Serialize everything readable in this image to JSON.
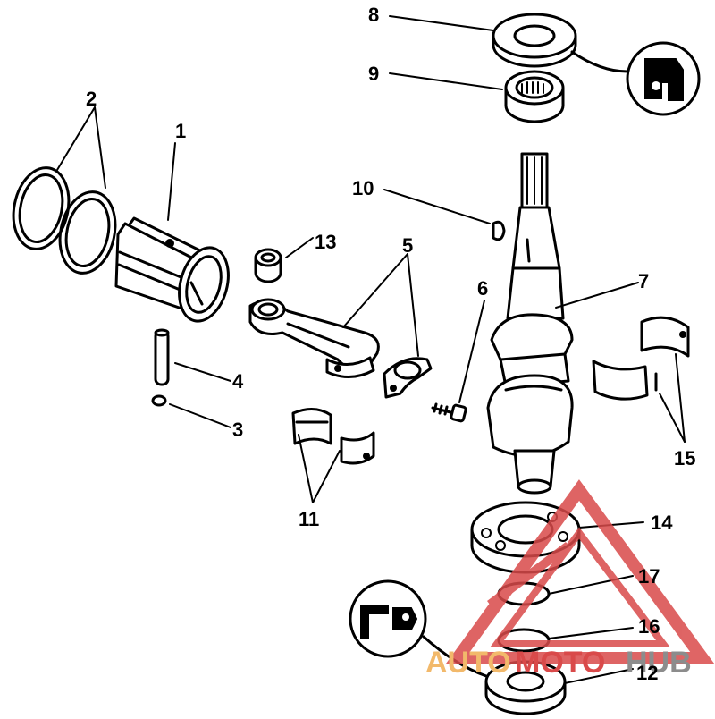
{
  "callouts": {
    "n1": "1",
    "n2": "2",
    "n3": "3",
    "n4": "4",
    "n5": "5",
    "n6": "6",
    "n7": "7",
    "n8": "8",
    "n9": "9",
    "n10": "10",
    "n11": "11",
    "n12": "12",
    "n13": "13",
    "n14": "14",
    "n15": "15",
    "n16": "16",
    "n17": "17"
  },
  "watermark": {
    "text_a": "AUTO",
    "text_b": "MOTO",
    "text_c": "HUB",
    "color_red": "#d94a4a",
    "color_orange": "#f2b96b",
    "color_gray": "#8c8c8c"
  }
}
